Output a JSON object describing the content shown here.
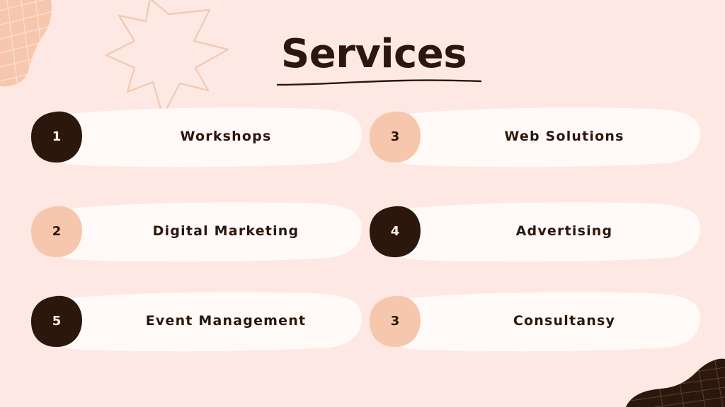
{
  "title": "Services",
  "colors": {
    "background": "#fde8e3",
    "text": "#2b170c",
    "card": "#fffaf8",
    "dark_badge": "#2b170c",
    "peach_badge": "#f6c7ac",
    "deco_light": "#f6c7ac",
    "deco_dark": "#2b170c"
  },
  "services": [
    {
      "number": "1",
      "label": "Workshops",
      "badge": "dark"
    },
    {
      "number": "3",
      "label": "Web Solutions",
      "badge": "peach"
    },
    {
      "number": "2",
      "label": "Digital Marketing",
      "badge": "peach"
    },
    {
      "number": "4",
      "label": "Advertising",
      "badge": "dark"
    },
    {
      "number": "5",
      "label": "Event Management",
      "badge": "dark"
    },
    {
      "number": "3",
      "label": "Consultansy",
      "badge": "peach"
    }
  ]
}
